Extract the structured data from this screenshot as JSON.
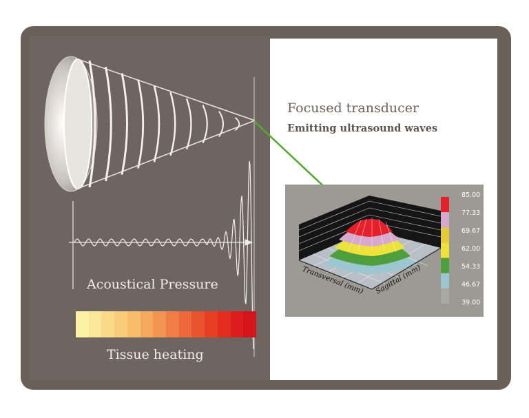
{
  "diagram": {
    "title": "Focused transducer",
    "subtitle": "Emitting ultrasound waves",
    "pressure_label": "Acoustical Pressure",
    "heating_label": "Tissue heating",
    "heating_gradient": [
      "#fbf2a6",
      "#fbe79a",
      "#fada89",
      "#f9cc7a",
      "#f7bd6b",
      "#f4a95d",
      "#f29451",
      "#ef7d45",
      "#ec683a",
      "#e9542f",
      "#e63f26",
      "#e22d1f",
      "#dd1d1c",
      "#d5131b"
    ]
  },
  "plot": {
    "x_axis_label": "Transversal (mm)",
    "y_axis_label": "Sagittal (mm)",
    "scale_values": [
      "85.00",
      "77.33",
      "69.67",
      "62.00",
      "54.33",
      "46.67",
      "39.00"
    ],
    "scale_colors": [
      "#e5202a",
      "#d7a9cf",
      "#e7ca3a",
      "#ece23a",
      "#4c9f3c",
      "#9cc7d0",
      "#a9a9a3"
    ]
  },
  "colors": {
    "frame": "#6a605a",
    "arrow": "#55a832",
    "wave_lines": "#f5f2ec"
  }
}
